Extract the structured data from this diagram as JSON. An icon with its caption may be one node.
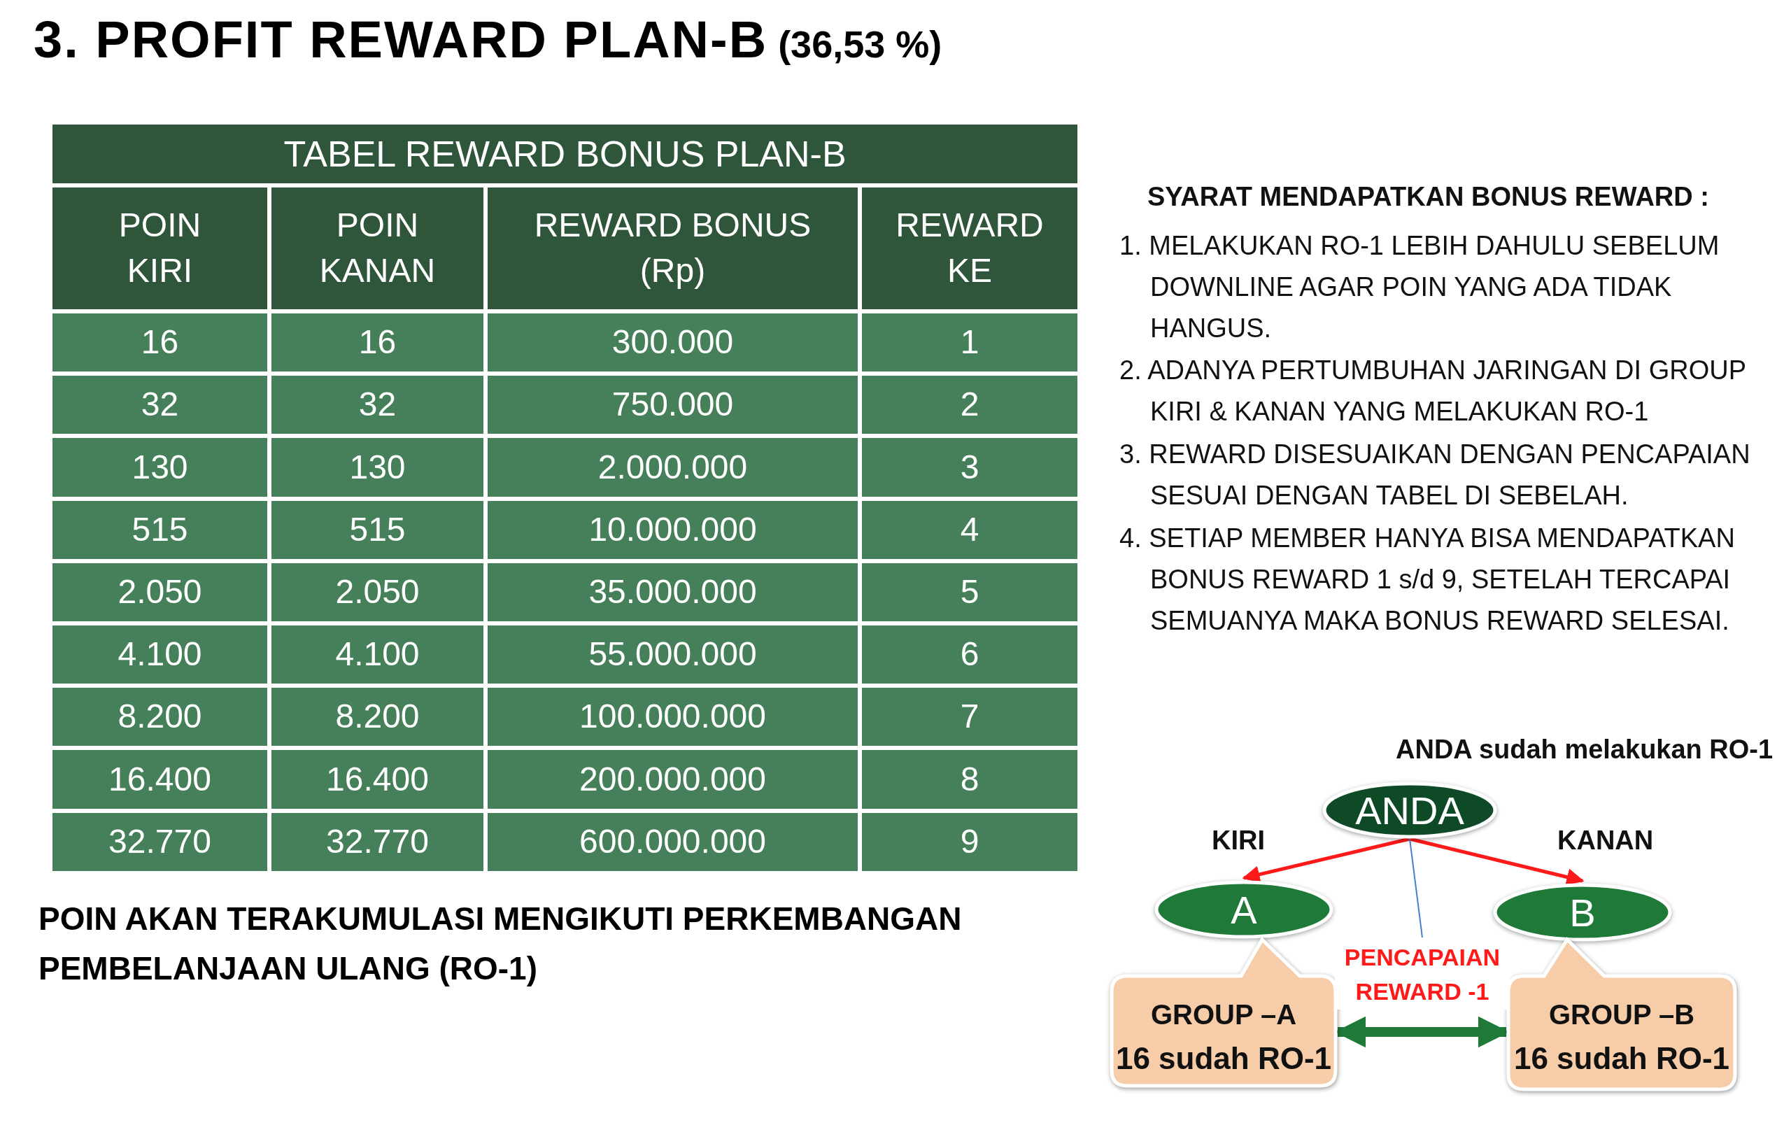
{
  "diagram": {
    "title": "**3. PROFIT REWARD PLAN-B** (36,53 %)",
    "nodes": [
      {
        "text": [
          "ANDA"
        ],
        "beside": [
          "ANDA sudah melakukan RO-1"
        ]
      },
      {
        "text": [
          "A"
        ]
      },
      {
        "text": [
          "B"
        ]
      },
      {
        "text": [
          "GROUP –A",
          "16 sudah RO-1"
        ]
      },
      {
        "text": [
          "GROUP –B",
          "16 sudah RO-1"
        ]
      },
      {
        "text": [
          "PENCAPAIAN REWARD -1"
        ]
      }
    ],
    "edges": [
      {
        "from": 0,
        "to": 1,
        "arrow": "to",
        "label": "KIRI",
        "color": "#ff1a1a"
      },
      {
        "from": 0,
        "to": 2,
        "arrow": "to",
        "label": "KANAN",
        "color": "#ff1a1a"
      },
      {
        "from": 0,
        "to": 5,
        "arrow": "none",
        "color": "#4a7fd0"
      },
      {
        "from": 3,
        "to": 4,
        "arrow": "both",
        "style": "thick",
        "color": "#1f7a3a"
      }
    ],
    "labels": [
      "TABEL REWARD BONUS PLAN-B",
      "POIN KIRI",
      "POIN KANAN",
      "REWARD BONUS (Rp)",
      "REWARD KE",
      "16",
      "16",
      "300.000",
      "1",
      "32",
      "32",
      "750.000",
      "2",
      "130",
      "130",
      "2.000.000",
      "3",
      "515",
      "515",
      "10.000.000",
      "4",
      "2.050",
      "2.050",
      "35.000.000",
      "5",
      "4.100",
      "4.100",
      "55.000.000",
      "6",
      "8.200",
      "8.200",
      "100.000.000",
      "7",
      "16.400",
      "16.400",
      "200.000.000",
      "8",
      "32.770",
      "32.770",
      "600.000.000",
      "9",
      "POIN AKAN TERAKUMULASI MENGIKUTI PERKEMBANGAN PEMBELANJAAN ULANG (RO-1)",
      "SYARAT MENDAPATKAN BONUS REWARD :",
      "1. MELAKUKAN RO-1 LEBIH DAHULU SEBELUM DOWNLINE AGAR POIN YANG ADA TIDAK HANGUS.",
      "2. ADANYA PERTUMBUHAN JARINGAN DI GROUP KIRI & KANAN YANG MELAKUKAN RO-1",
      "3. REWARD DISESUAIKAN DENGAN PENCAPAIAN SESUAI DENGAN TABEL DI SEBELAH.",
      "4. SETIAP MEMBER HANYA BISA MENDAPATKAN BONUS REWARD 1 s/d 9, SETELAH TERCAPAI SEMUANYA MAKA BONUS REWARD SELESAI."
    ]
  }
}
